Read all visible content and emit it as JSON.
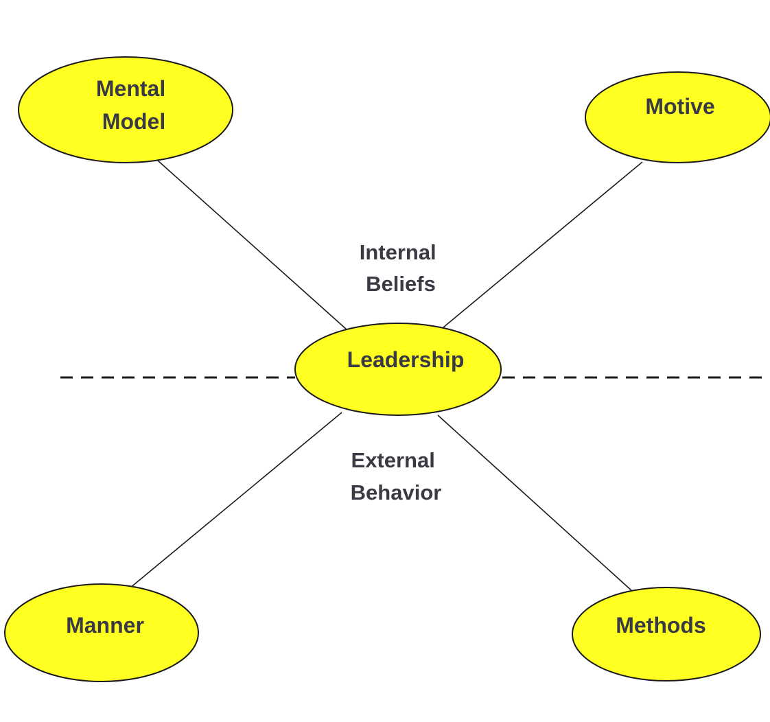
{
  "diagram": {
    "center": {
      "label": "Leadership"
    },
    "nodes": {
      "mental_model": {
        "line1": "Mental",
        "line2": "Model"
      },
      "motive": {
        "label": "Motive"
      },
      "manner": {
        "label": "Manner"
      },
      "methods": {
        "label": "Methods"
      }
    },
    "zones": {
      "internal": {
        "line1": "Internal",
        "line2": "Beliefs"
      },
      "external": {
        "line1": "External",
        "line2": "Behavior"
      }
    }
  },
  "colors": {
    "node_fill": "#ffff22",
    "outline": "#1a1a1a",
    "text": "#3a3a44"
  }
}
